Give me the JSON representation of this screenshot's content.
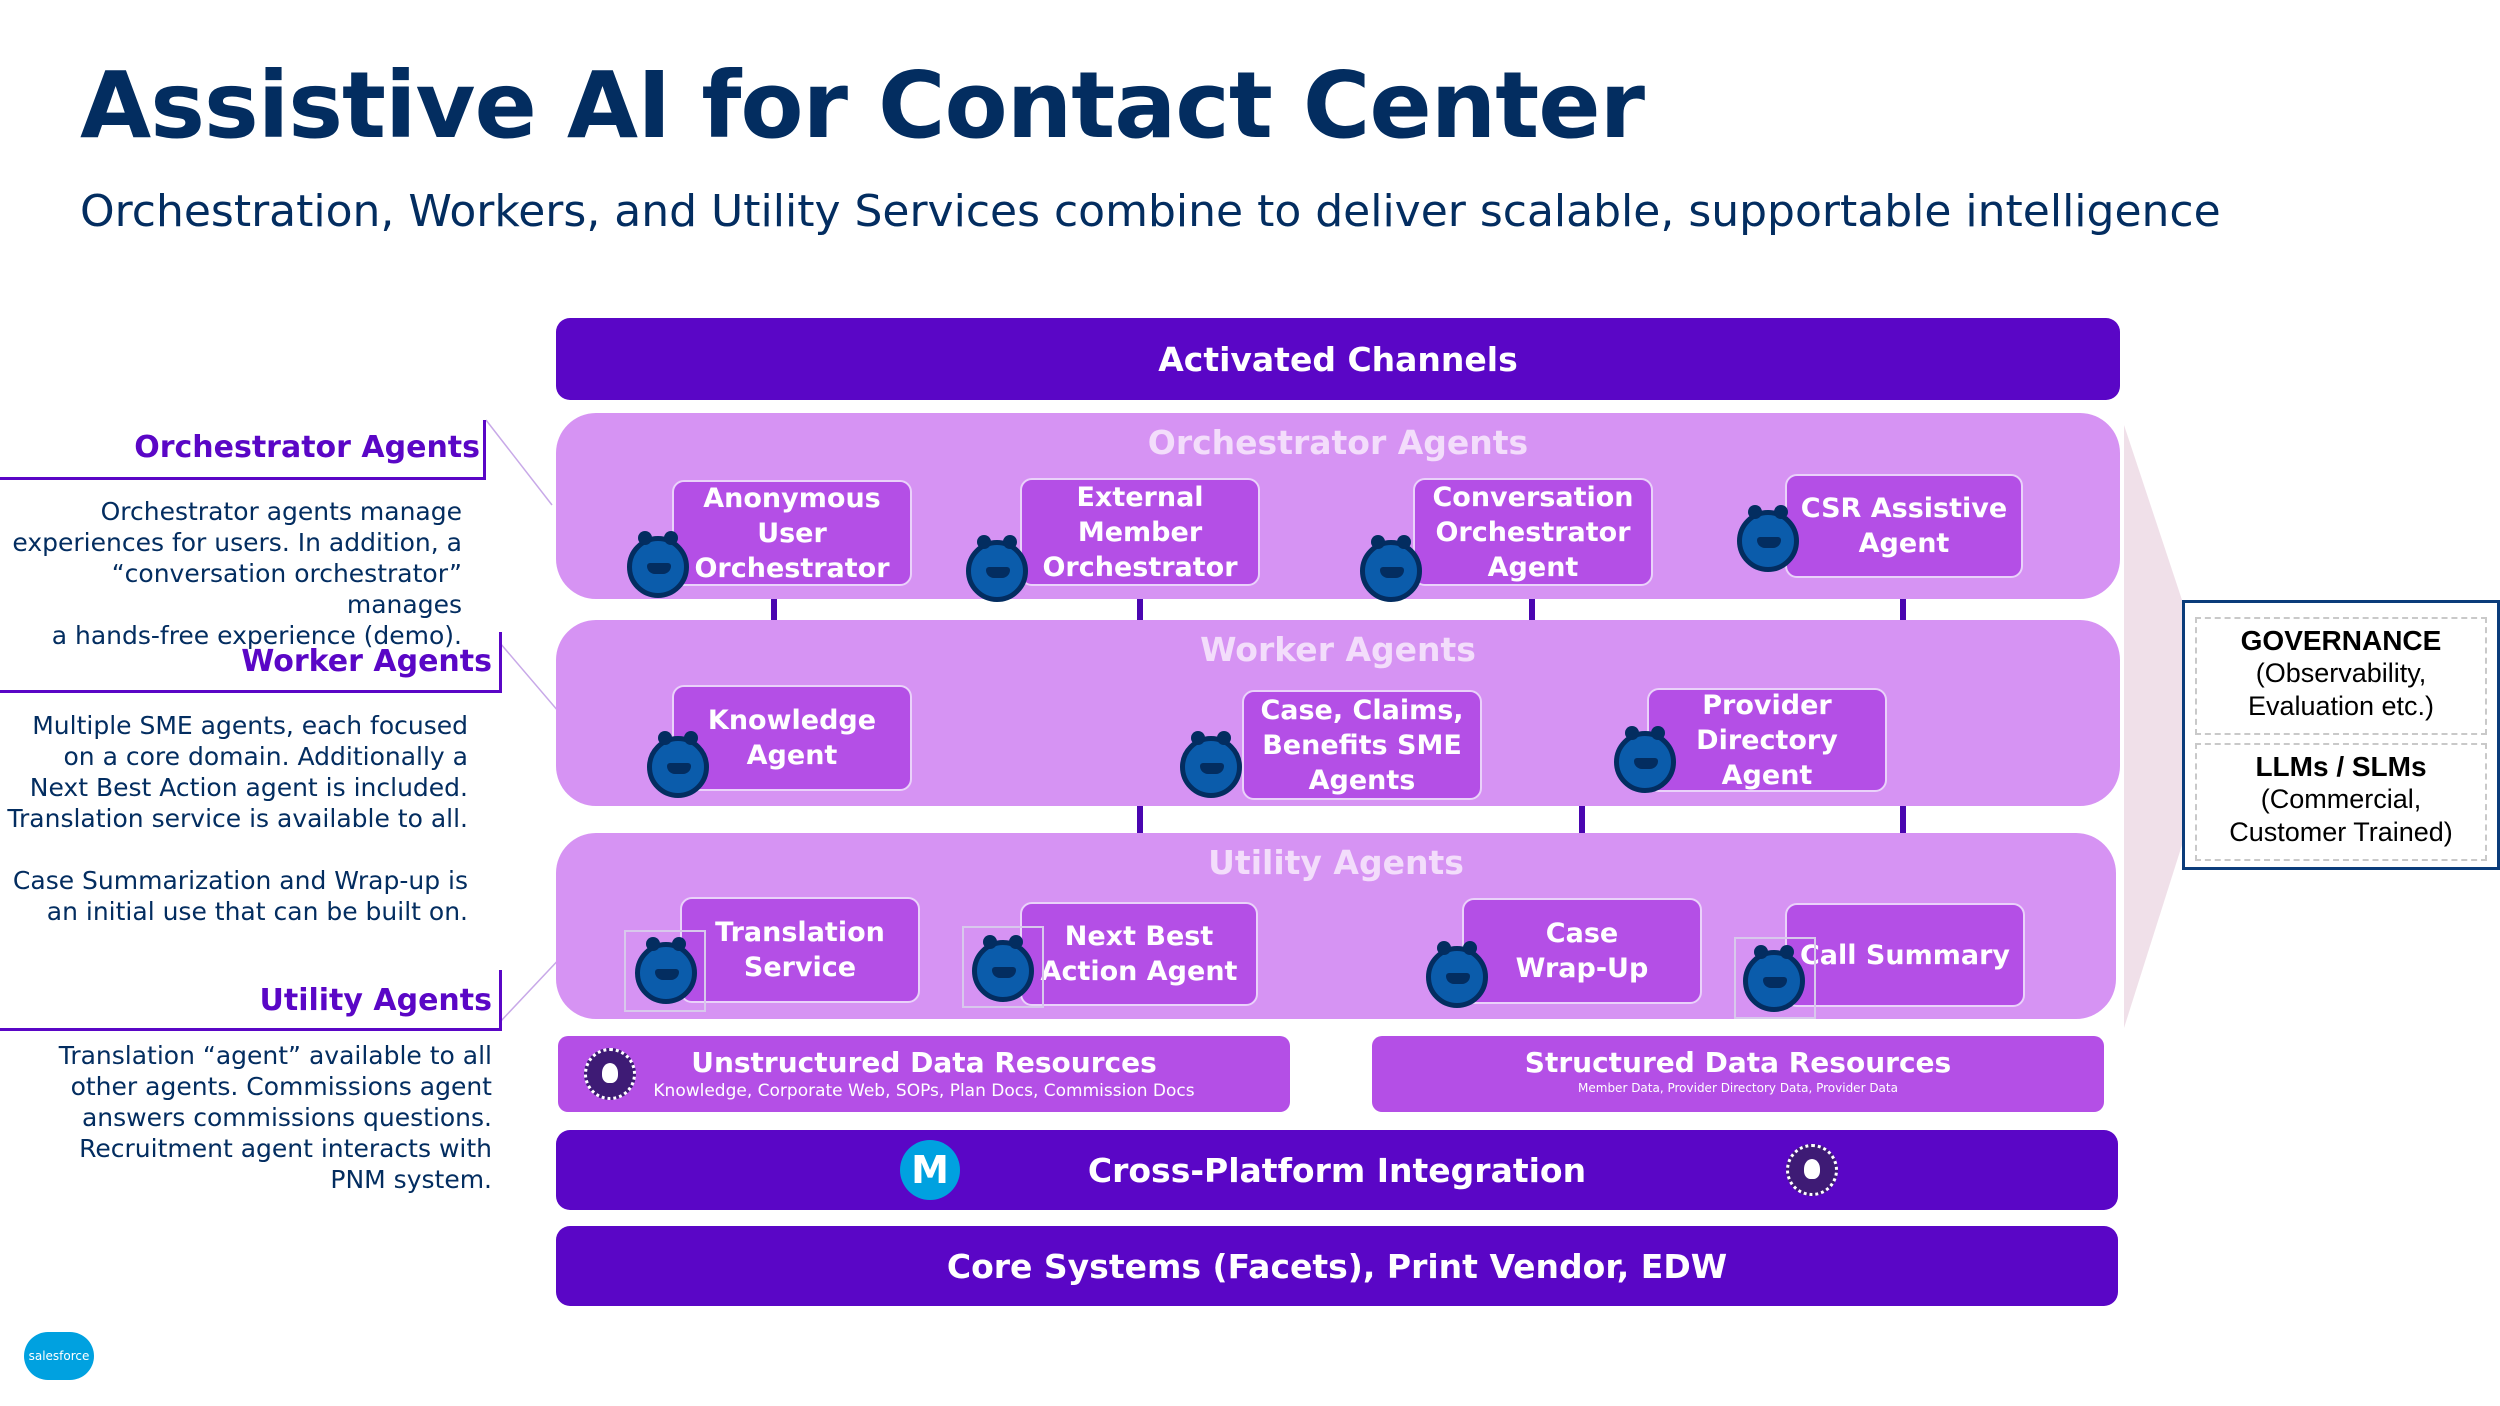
{
  "title": "Assistive AI for Contact Center",
  "subtitle": "Orchestration, Workers, and Utility Services combine to deliver scalable, supportable intelligence",
  "channels_bar": "Activated Channels",
  "bands": {
    "orchestrator": "Orchestrator Agents",
    "worker": "Worker Agents",
    "utility": "Utility Agents"
  },
  "orchestrator_agents": [
    "Anonymous\nUser\nOrchestrator",
    "External\nMember\nOrchestrator",
    "Conversation\nOrchestrator\nAgent",
    "CSR Assistive\nAgent"
  ],
  "worker_agents": [
    "Knowledge\nAgent",
    "Case, Claims,\nBenefits SME\nAgents",
    "Provider\nDirectory Agent"
  ],
  "utility_agents": [
    "Translation\nService",
    "Next Best\nAction Agent",
    "Case\nWrap-Up",
    "Call Summary"
  ],
  "resources": {
    "unstructured": {
      "title": "Unstructured Data Resources",
      "detail": "Knowledge, Corporate Web, SOPs, Plan Docs, Commission Docs"
    },
    "structured": {
      "title": "Structured Data Resources",
      "detail": "Member Data, Provider Directory Data, Provider Data"
    }
  },
  "integration_bar": "Cross-Platform Integration",
  "core_bar": "Core Systems (Facets), Print Vendor, EDW",
  "sidebar": {
    "orchestrator": {
      "heading": "Orchestrator Agents",
      "text": "Orchestrator agents manage\nexperiences for users. In addition, a\n“conversation orchestrator” manages\na hands-free experience (demo)."
    },
    "worker": {
      "heading": "Worker Agents",
      "text": "Multiple SME agents, each focused\non a core domain. Additionally a\nNext Best Action agent is included.\nTranslation service is available to all.\n\nCase Summarization and Wrap-up is\nan initial use that can be built on."
    },
    "utility": {
      "heading": "Utility Agents",
      "text": "Translation “agent” available to all\nother agents. Commissions agent\nanswers commissions questions.\nRecruitment agent interacts with\nPNM system."
    }
  },
  "governance": {
    "item1_head": "GOVERNANCE",
    "item1_sub": "(Observability,\nEvaluation etc.)",
    "item2_head": "LLMs / SLMs",
    "item2_sub": "(Commercial,\nCustomer Trained)"
  },
  "icons": {
    "agent": "agent-mascot-icon",
    "data_cloud": "data-cloud-icon",
    "mulesoft": "mulesoft-icon",
    "brand": "salesforce-logo",
    "mulesoft_glyph": "M",
    "brand_text": "salesforce"
  },
  "colors": {
    "bar": "#5a06c6",
    "band": "#d693f3",
    "card": "#b44fe6",
    "title": "#032d60",
    "accent": "#5a06c6"
  }
}
